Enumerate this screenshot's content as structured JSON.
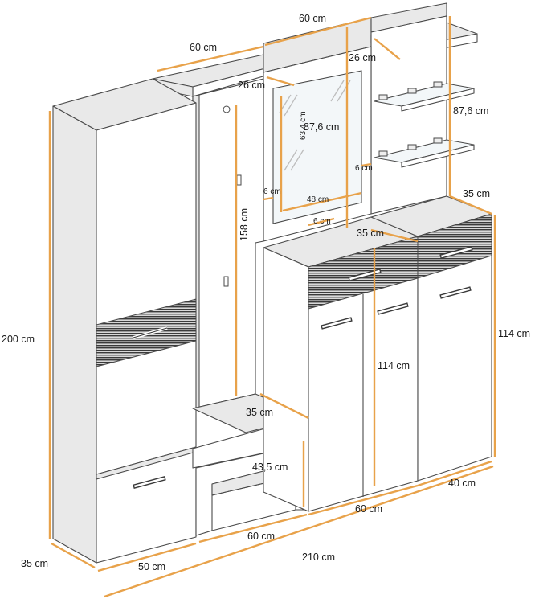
{
  "dimensions": {
    "top_mirror_width": "60 cm",
    "top_shelf_left_width": "60 cm",
    "mirror_panel_depth": "26 cm",
    "right_shelf_depth": "26 cm",
    "mirror_height": "87,6 cm",
    "mirror_glass_height": "63,4 cm",
    "right_shelf_height": "87,6 cm",
    "mirror_left_gap": "6 cm",
    "mirror_right_gap": "6 cm",
    "mirror_glass_width": "48 cm",
    "mirror_bottom_gap": "6 cm",
    "coat_panel_height": "158 cm",
    "shoe_cabinet_depth": "35 cm",
    "right_cabinet_depth": "35 cm",
    "wardrobe_height": "200 cm",
    "cabinet_height_center": "114 cm",
    "cabinet_height_right": "114 cm",
    "bench_depth": "35 cm",
    "bench_height": "43,5 cm",
    "right_cabinet_width": "40 cm",
    "shoe_cabinet_width": "60 cm",
    "bench_width": "60 cm",
    "total_width": "210 cm",
    "wardrobe_depth": "35 cm",
    "wardrobe_width": "50 cm"
  },
  "colors": {
    "dimension_line": "#e8a24a",
    "outline": "#4a4a4a",
    "wood_strip_dark": "#3a3a3a",
    "wood_strip_light": "#d8d8d8"
  },
  "icons": {
    "coat_hook": "hook-icon",
    "handle": "handle-bar-icon"
  }
}
